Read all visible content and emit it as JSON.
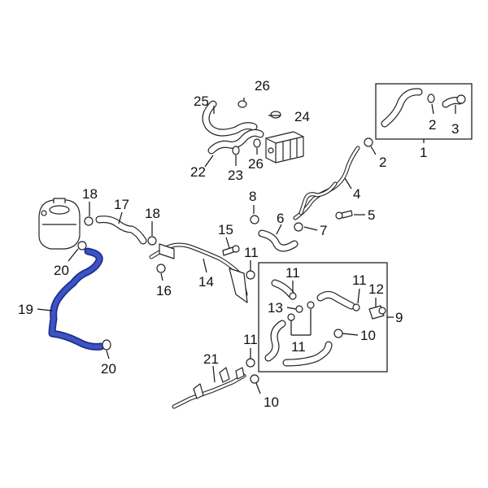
{
  "callouts": {
    "c1": "1",
    "c2a": "2",
    "c2b": "2",
    "c3": "3",
    "c4": "4",
    "c5": "5",
    "c6": "6",
    "c7": "7",
    "c8": "8",
    "c9": "9",
    "c10a": "10",
    "c10b": "10",
    "c11a": "11",
    "c11b": "11",
    "c11c": "11",
    "c11d": "11",
    "c11e": "11",
    "c12": "12",
    "c13": "13",
    "c14": "14",
    "c15": "15",
    "c16": "16",
    "c17": "17",
    "c18a": "18",
    "c18b": "18",
    "c19": "19",
    "c20a": "20",
    "c20b": "20",
    "c21": "21",
    "c22": "22",
    "c23": "23",
    "c24": "24",
    "c25": "25",
    "c26a": "26",
    "c26b": "26"
  },
  "colors": {
    "highlight": "#3d52c4",
    "highlight_outline": "#1d2f8a",
    "line": "#222222"
  }
}
